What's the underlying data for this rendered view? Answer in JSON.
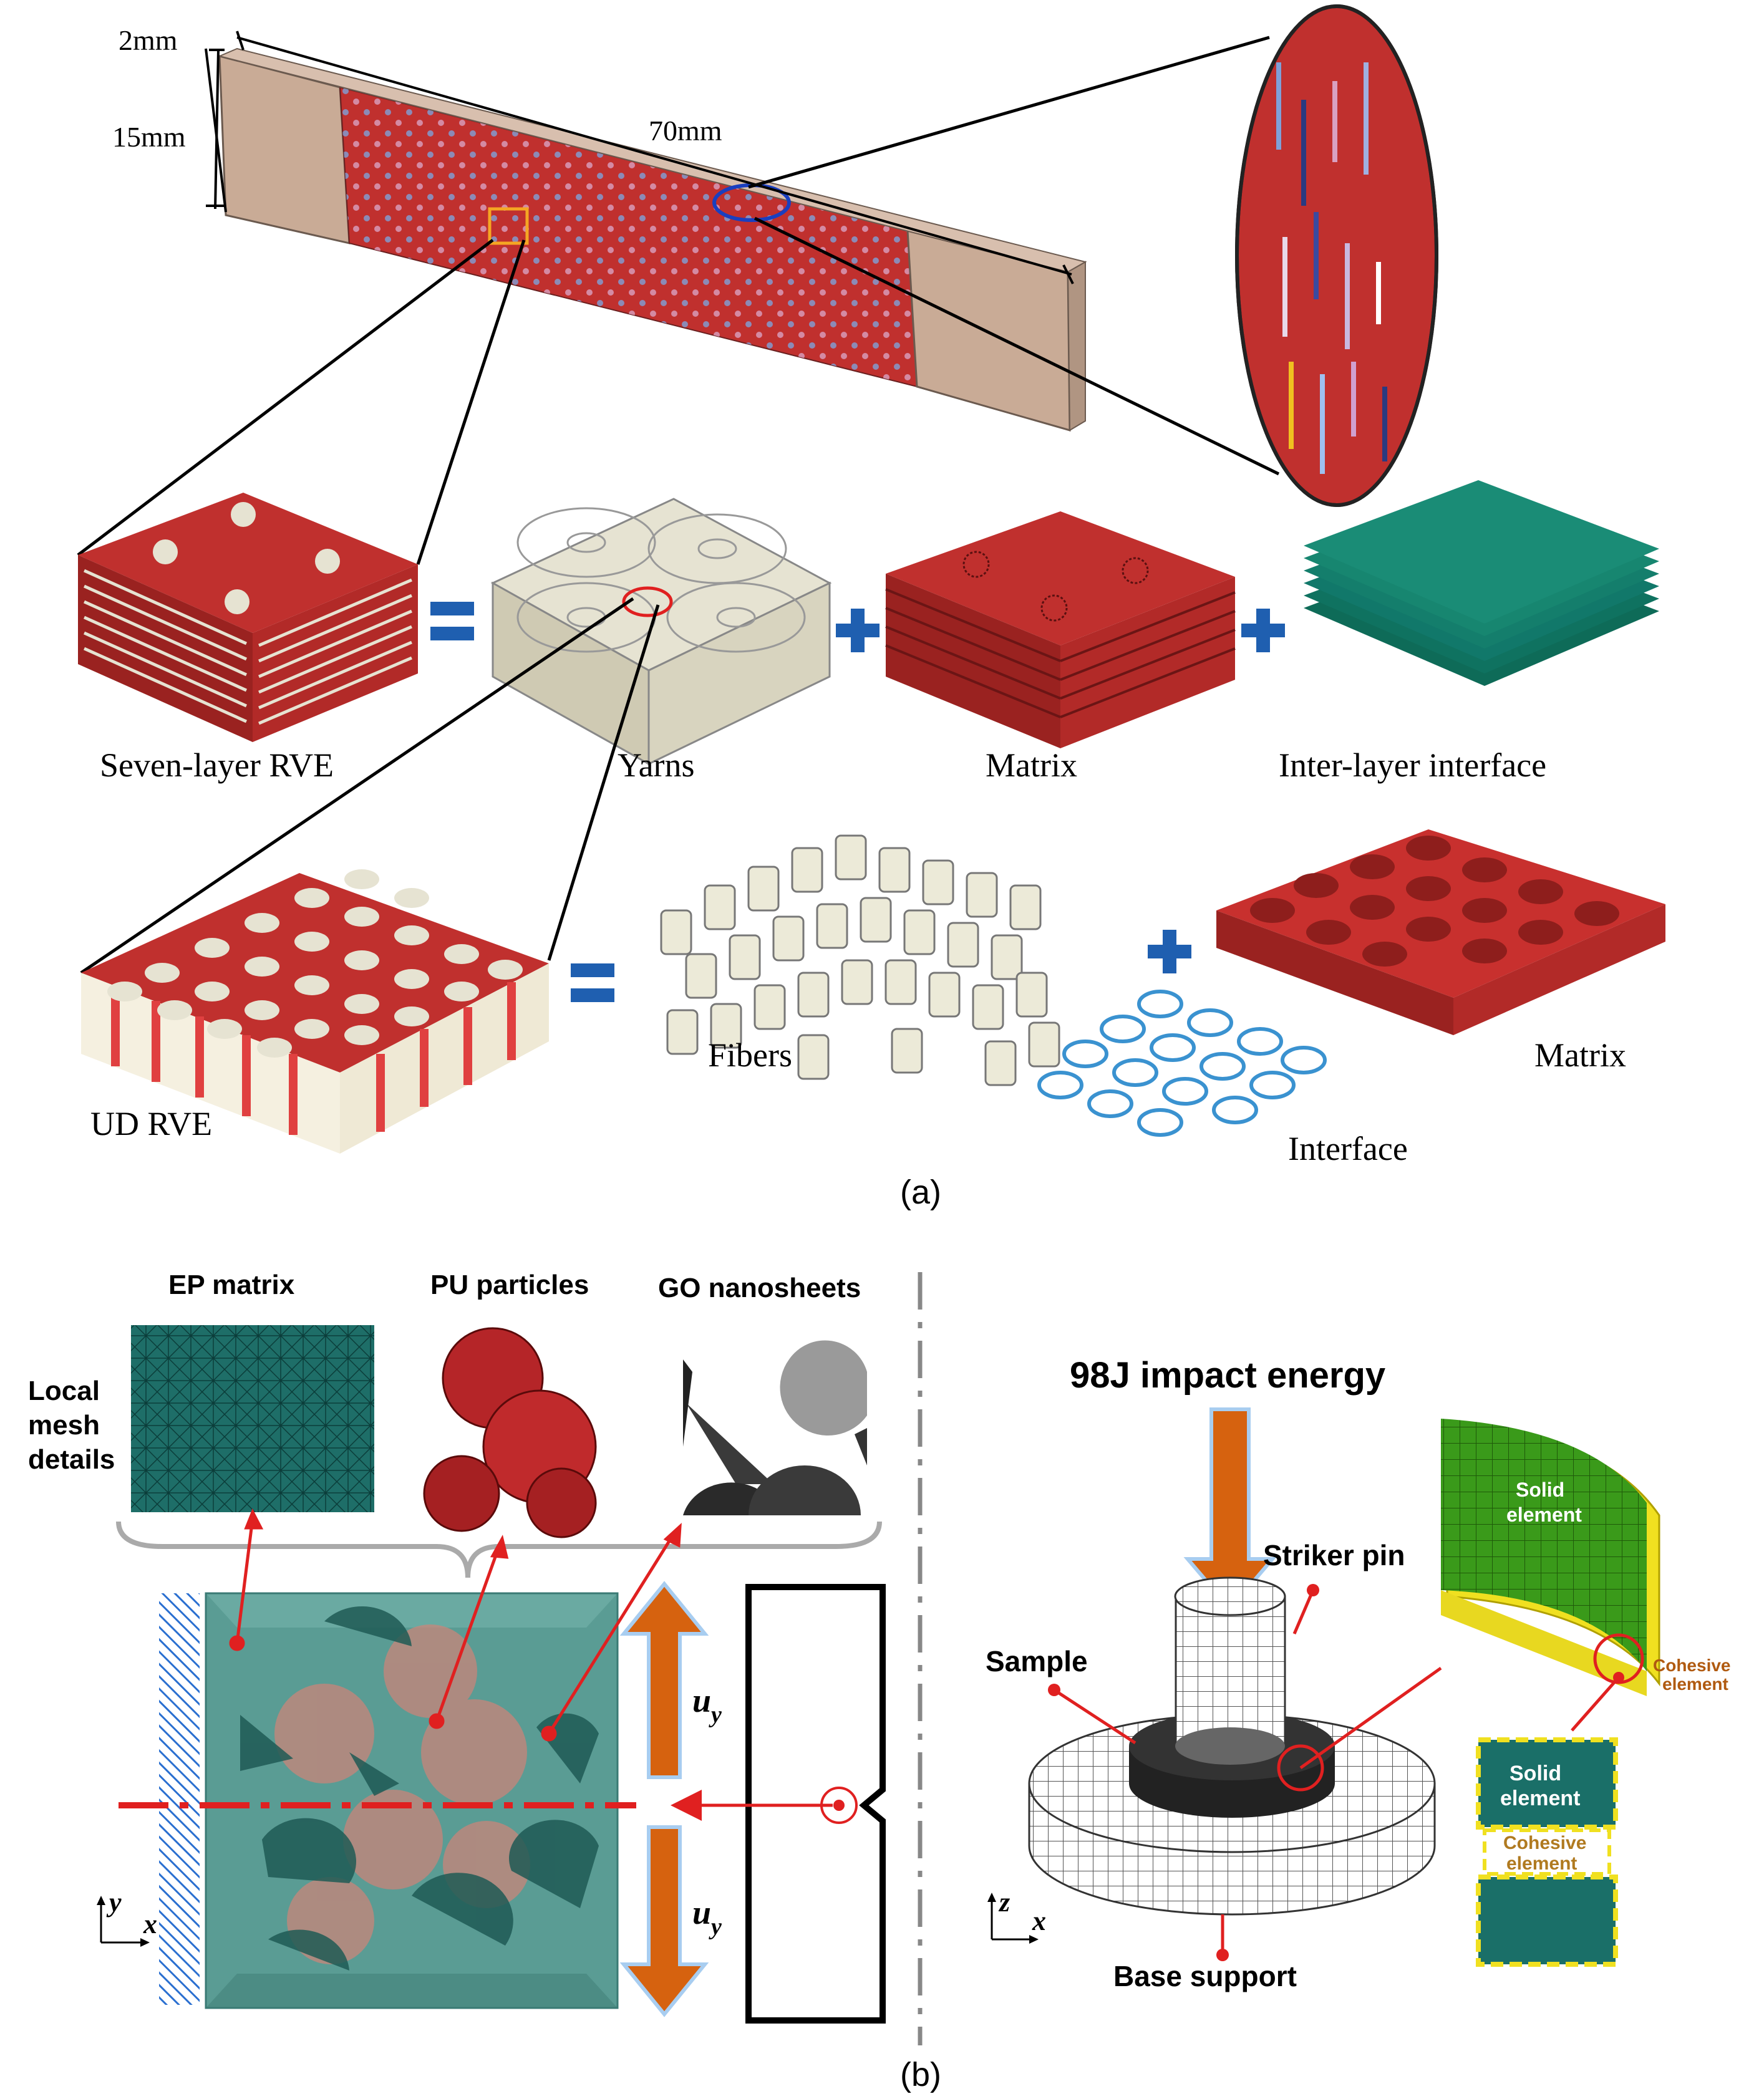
{
  "panel_a": {
    "caption": "(a)",
    "dims": {
      "thickness": "2mm",
      "width": "15mm",
      "length": "70mm"
    },
    "labels": {
      "seven_layer": "Seven-layer  RVE",
      "yarns": "Yarns",
      "matrix": "Matrix",
      "interlayer": "Inter-layer  interface",
      "ud_rve": "UD RVE",
      "fibers": "Fibers",
      "matrix2": "Matrix",
      "interface": "Interface"
    }
  },
  "panel_b": {
    "caption": "(b)",
    "left": {
      "ep_matrix": "EP matrix",
      "pu_particles": "PU particles",
      "go_nanosheets": "GO nanosheets",
      "local_mesh": [
        "Local",
        "mesh",
        "details"
      ],
      "uy": "u",
      "uy_sub": "y",
      "axis_y": "y",
      "axis_x": "x"
    },
    "right": {
      "impact_energy": "98J impact energy",
      "striker_pin": "Striker pin",
      "sample": "Sample",
      "base_support": "Base support",
      "solid_element": [
        "Solid",
        "element"
      ],
      "cohesive_element": [
        "Cohesive",
        "element"
      ],
      "axis_z": "z",
      "axis_x": "x"
    }
  },
  "colors": {
    "composite_red": "#c0302e",
    "yarn_beige": "#e6e3d2",
    "interface_green": "#14806a",
    "ep_teal": "#1a6f68",
    "arrow_orange": "#d6620f",
    "pointer_red": "#e02020",
    "solid_green": "#3a9a1a",
    "cohesive_yellow": "#f0e020",
    "tab_tan": "#c9ab96"
  }
}
